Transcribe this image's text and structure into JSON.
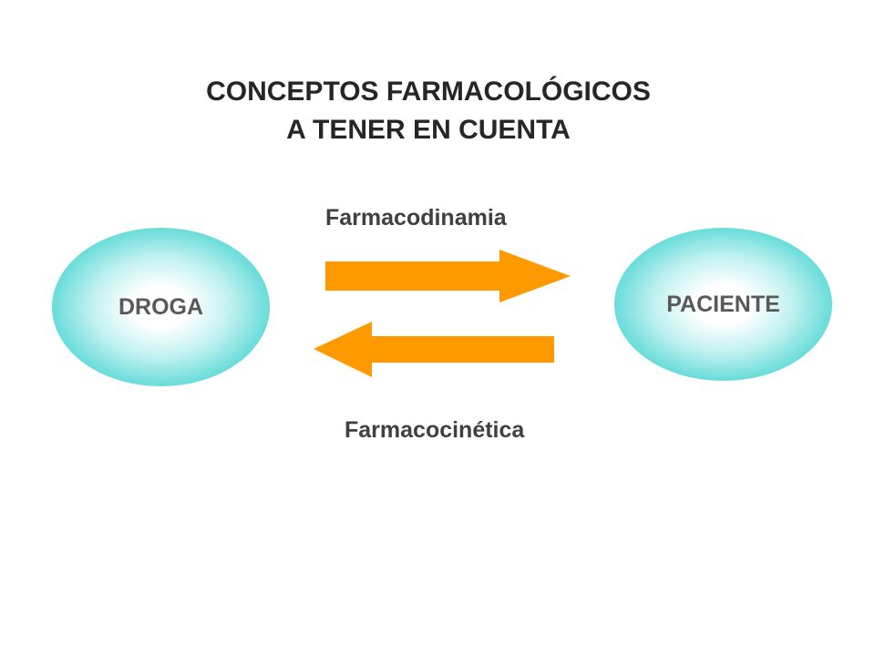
{
  "title": {
    "line1": "CONCEPTOS FARMACOLÓGICOS",
    "line2": "A TENER EN CUENTA"
  },
  "nodes": {
    "droga": "DROGA",
    "paciente": "PACIENTE"
  },
  "edges": {
    "top_label": "Farmacodinamia",
    "bottom_label": "Farmacocinética"
  },
  "colors": {
    "arrow": "#FF9900",
    "node_edge": "#37CFCD",
    "node_center": "#FFFFFF",
    "title_text": "#262626",
    "label_text": "#404040"
  }
}
